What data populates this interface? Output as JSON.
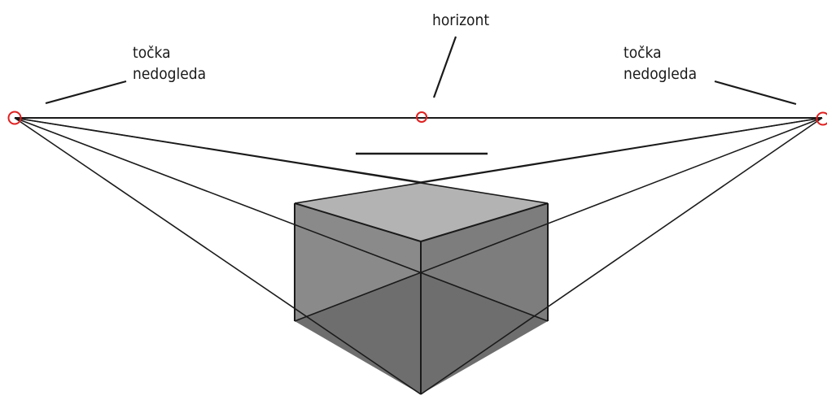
{
  "labels": {
    "vanishing_left_line1": "točka",
    "vanishing_left_line2": "nedogleda",
    "vanishing_right_line1": "točka",
    "vanishing_right_line2": "nedogleda",
    "horizon": "horizont"
  },
  "colors": {
    "ink": "#1a1a1a",
    "vanishing_marker": "#e02020",
    "cube_top": "#b3b3b3",
    "cube_left": "#8a8a8a",
    "cube_right": "#7d7d7d",
    "cube_bottom": "#6e6e6e"
  }
}
